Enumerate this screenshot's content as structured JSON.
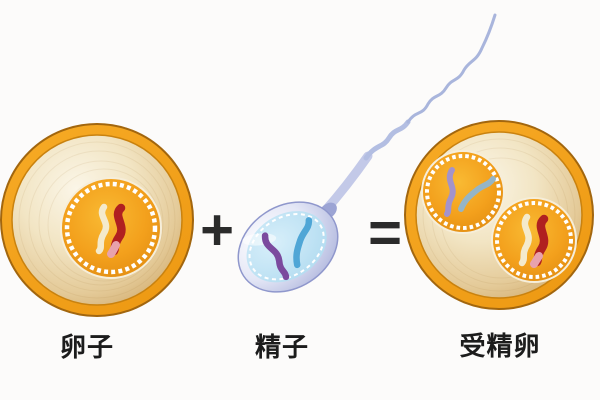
{
  "diagram": {
    "labels": {
      "egg": "卵子",
      "sperm": "精子",
      "zygote": "受精卵"
    },
    "operators": {
      "plus": "+",
      "equals": "="
    },
    "colors": {
      "background": "#FCFBFA",
      "egg_ring": "#F4A11D",
      "egg_ring_edge": "#A2660E",
      "egg_cytoplasm_light": "#FBF6E8",
      "egg_cytoplasm_dark": "#C79B5C",
      "nucleus_orange": "#F3A01C",
      "nucleus_dash": "#FFFFFF",
      "chromosome_cream": "#F4EACC",
      "chromosome_red": "#B02020",
      "chromosome_red_tip": "#E8A2AC",
      "chromosome_purple": "#7B4A9E",
      "chromosome_blue": "#4FA6D6",
      "chromosome_lavender": "#A393CB",
      "chromosome_slate": "#95B5C6",
      "sperm_head_inner": "#BFE3F4",
      "sperm_head_shell": "#AEB7DE",
      "sperm_tail": "#A9B5DC",
      "label_text": "#1C1C1C",
      "operator_text": "#2B2B2B"
    }
  }
}
